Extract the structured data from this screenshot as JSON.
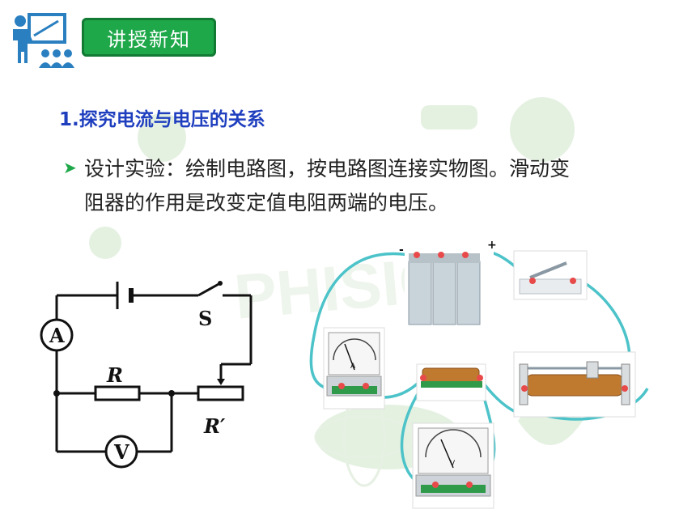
{
  "header": {
    "badge": "讲授新知"
  },
  "section": {
    "title": "1.探究电流与电压的关系"
  },
  "bullet": {
    "line1": "设计实验：绘制电路图，按电路图连接实物图。滑动变",
    "line2": "阻器的作用是改变定值电阻两端的电压。"
  },
  "circuit": {
    "ammeter": "A",
    "voltmeter": "V",
    "switch": "S",
    "resistor": "R",
    "rheostat": "R′"
  },
  "apparatus": {
    "battery_minus": "-",
    "battery_plus": "+",
    "ammeter_letter": "A",
    "voltmeter_letter": "V"
  },
  "background": {
    "watermark": "PHISICS"
  },
  "colors": {
    "accent_green": "#1fa84a",
    "title_blue": "#1f3fbf",
    "wire_teal": "#4cc3c9"
  }
}
